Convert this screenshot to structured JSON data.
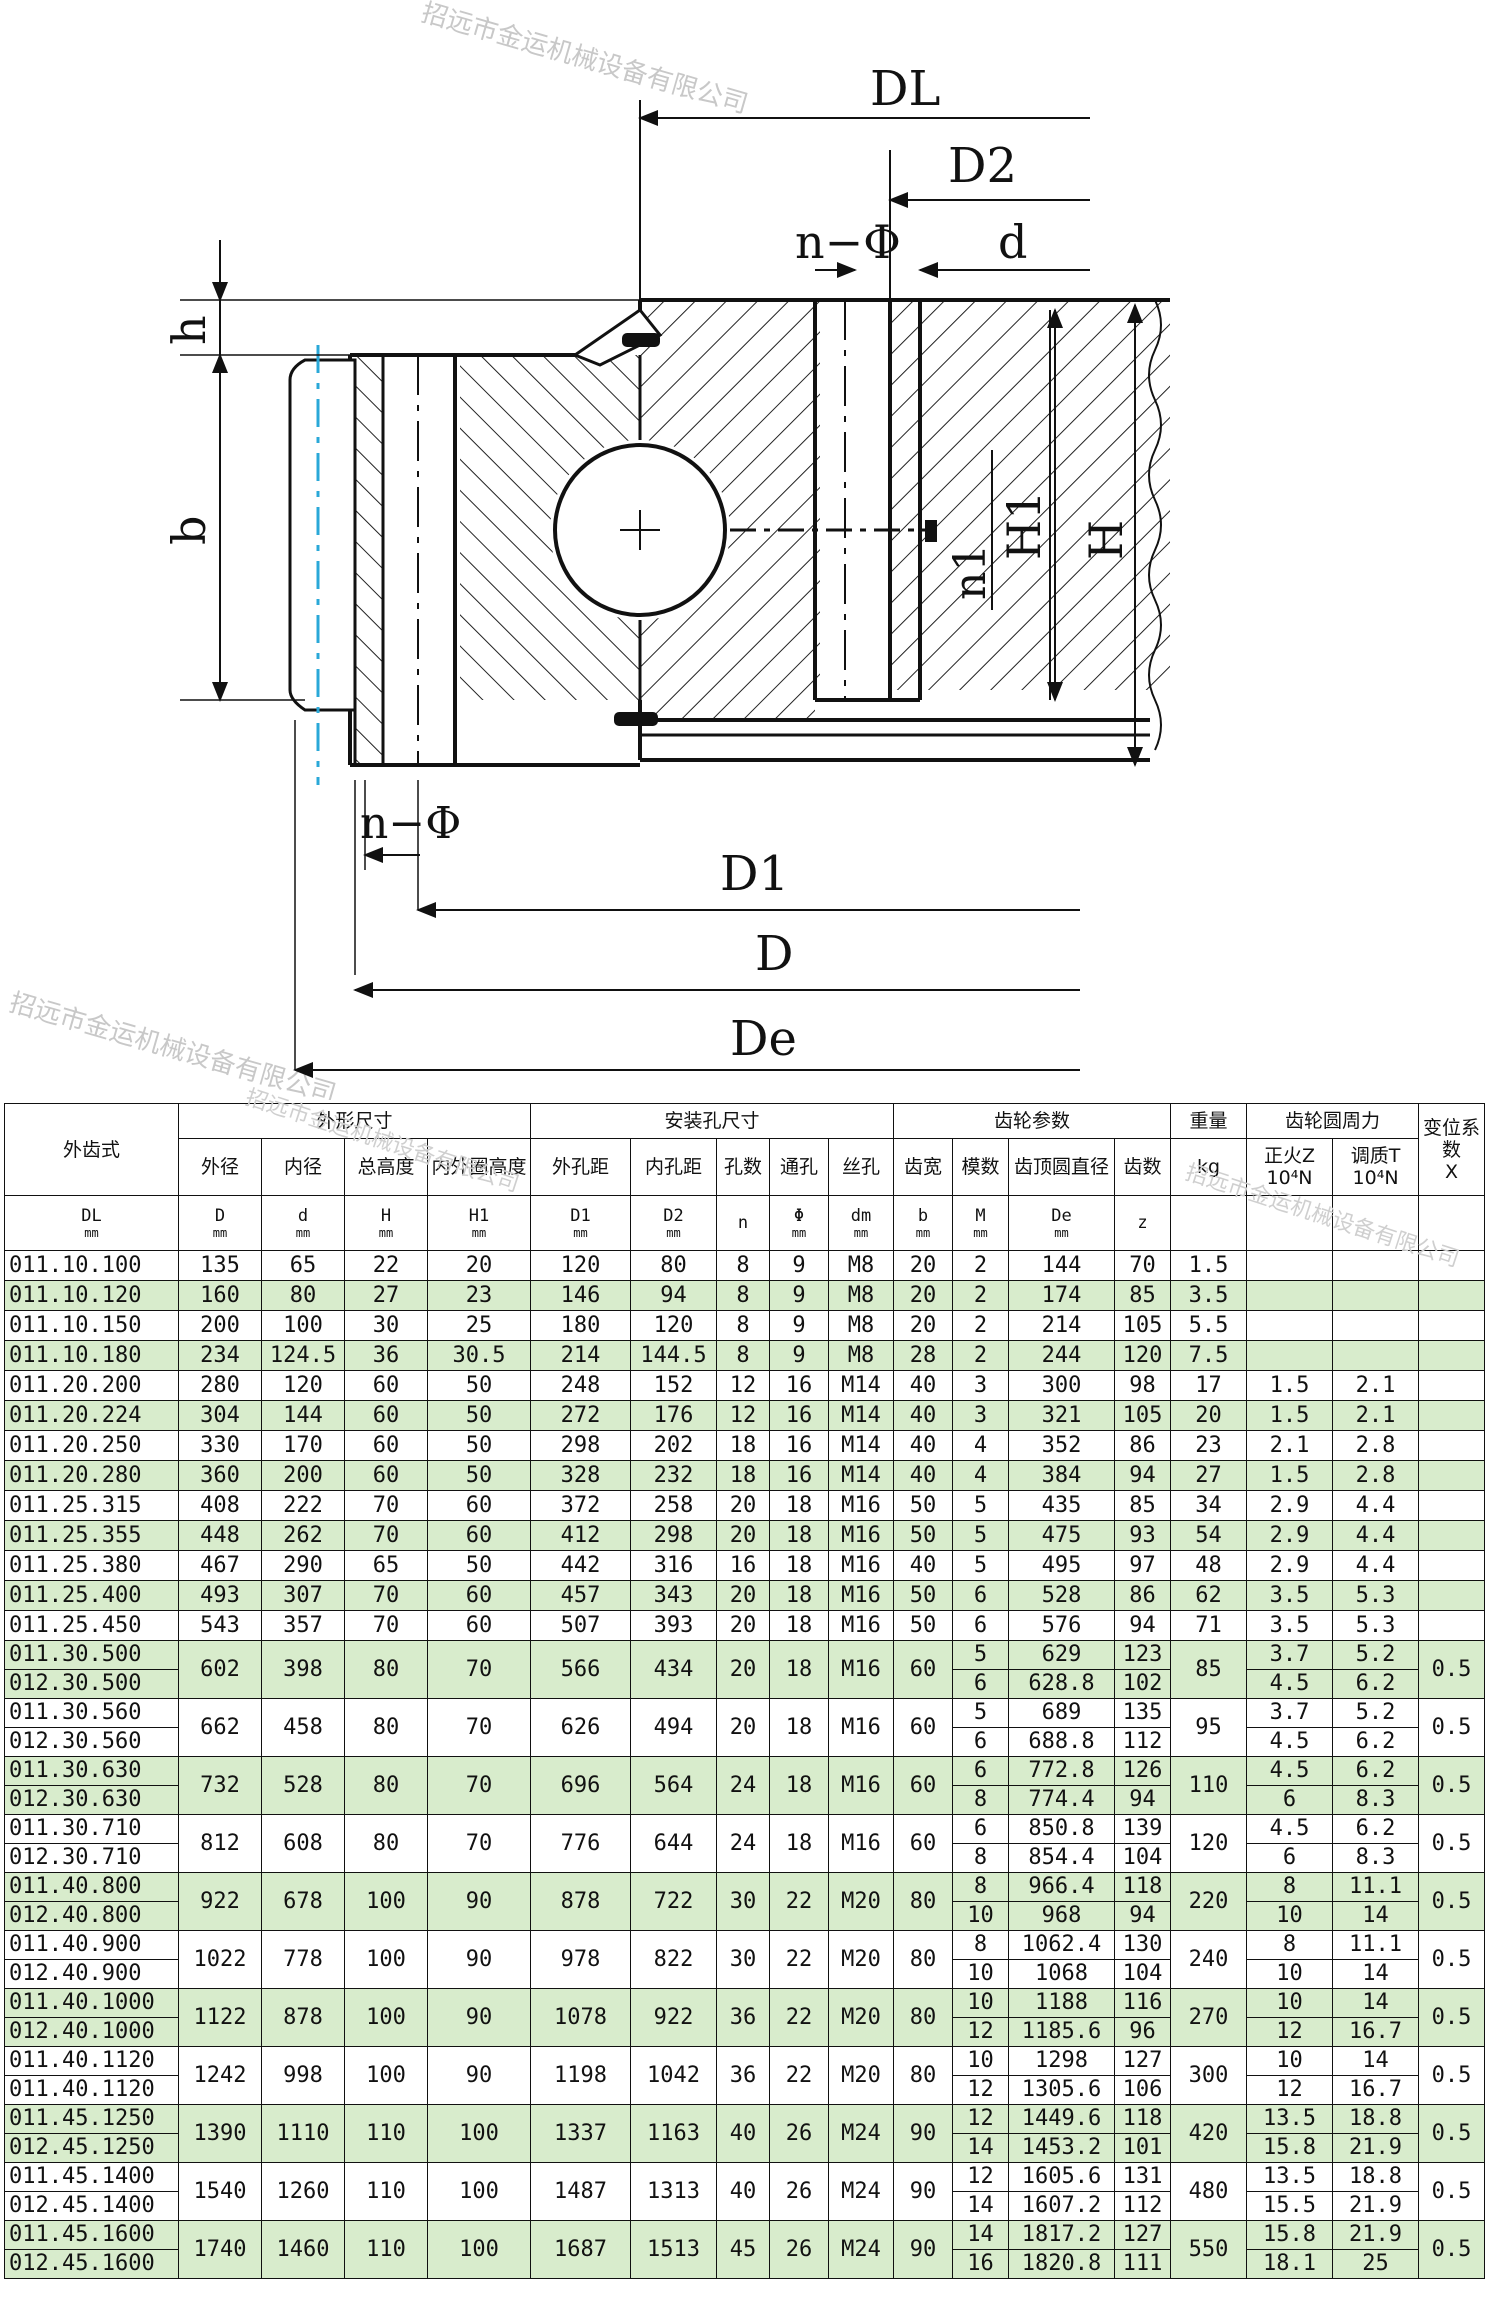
{
  "watermark": "招远市金运机械设备有限公司",
  "drawing": {
    "labels": {
      "DL": "DL",
      "D2": "D2",
      "nPhiTop": "n−Φ",
      "d": "d",
      "h": "h",
      "b": "b",
      "H1": "H1",
      "H": "H",
      "n1": "n1",
      "nPhiBottom": "n−Φ",
      "D1": "D1",
      "D": "D",
      "De": "De"
    }
  },
  "table": {
    "header": {
      "type_label": "外齿式",
      "groups": [
        "外形尺寸",
        "安装孔尺寸",
        "齿轮参数",
        "重量",
        "齿轮圆周力",
        "变位系数"
      ],
      "names": [
        "外径",
        "内径",
        "总高度",
        "内外圈高度",
        "外孔距",
        "内孔距",
        "孔数",
        "通孔",
        "丝孔",
        "齿宽",
        "模数",
        "齿顶圆直径",
        "齿数",
        "kg",
        "正火Z",
        "调质T"
      ],
      "force_unit": "10⁴N",
      "x_label": "X",
      "symbols": [
        "DL",
        "D",
        "d",
        "H",
        "H1",
        "D1",
        "D2",
        "n",
        "Φ",
        "dm",
        "b",
        "M",
        "De",
        "z"
      ],
      "unit": "mm"
    },
    "rows": [
      {
        "models": [
          "011.10.100"
        ],
        "D": "135",
        "d": "65",
        "H": "22",
        "H1": "20",
        "D1": "120",
        "D2": "80",
        "n": "8",
        "phi": "9",
        "dm": "M8",
        "b": "20",
        "gears": [
          {
            "M": "2",
            "De": "144",
            "z": "70"
          }
        ],
        "kg": "1.5",
        "forces": [
          {
            "Z": "",
            "T": ""
          }
        ],
        "x": "",
        "green": false
      },
      {
        "models": [
          "011.10.120"
        ],
        "D": "160",
        "d": "80",
        "H": "27",
        "H1": "23",
        "D1": "146",
        "D2": "94",
        "n": "8",
        "phi": "9",
        "dm": "M8",
        "b": "20",
        "gears": [
          {
            "M": "2",
            "De": "174",
            "z": "85"
          }
        ],
        "kg": "3.5",
        "forces": [
          {
            "Z": "",
            "T": ""
          }
        ],
        "x": "",
        "green": true
      },
      {
        "models": [
          "011.10.150"
        ],
        "D": "200",
        "d": "100",
        "H": "30",
        "H1": "25",
        "D1": "180",
        "D2": "120",
        "n": "8",
        "phi": "9",
        "dm": "M8",
        "b": "20",
        "gears": [
          {
            "M": "2",
            "De": "214",
            "z": "105"
          }
        ],
        "kg": "5.5",
        "forces": [
          {
            "Z": "",
            "T": ""
          }
        ],
        "x": "",
        "green": false
      },
      {
        "models": [
          "011.10.180"
        ],
        "D": "234",
        "d": "124.5",
        "H": "36",
        "H1": "30.5",
        "D1": "214",
        "D2": "144.5",
        "n": "8",
        "phi": "9",
        "dm": "M8",
        "b": "28",
        "gears": [
          {
            "M": "2",
            "De": "244",
            "z": "120"
          }
        ],
        "kg": "7.5",
        "forces": [
          {
            "Z": "",
            "T": ""
          }
        ],
        "x": "",
        "green": true
      },
      {
        "models": [
          "011.20.200"
        ],
        "D": "280",
        "d": "120",
        "H": "60",
        "H1": "50",
        "D1": "248",
        "D2": "152",
        "n": "12",
        "phi": "16",
        "dm": "M14",
        "b": "40",
        "gears": [
          {
            "M": "3",
            "De": "300",
            "z": "98"
          }
        ],
        "kg": "17",
        "forces": [
          {
            "Z": "1.5",
            "T": "2.1"
          }
        ],
        "x": "",
        "green": false
      },
      {
        "models": [
          "011.20.224"
        ],
        "D": "304",
        "d": "144",
        "H": "60",
        "H1": "50",
        "D1": "272",
        "D2": "176",
        "n": "12",
        "phi": "16",
        "dm": "M14",
        "b": "40",
        "gears": [
          {
            "M": "3",
            "De": "321",
            "z": "105"
          }
        ],
        "kg": "20",
        "forces": [
          {
            "Z": "1.5",
            "T": "2.1"
          }
        ],
        "x": "",
        "green": true
      },
      {
        "models": [
          "011.20.250"
        ],
        "D": "330",
        "d": "170",
        "H": "60",
        "H1": "50",
        "D1": "298",
        "D2": "202",
        "n": "18",
        "phi": "16",
        "dm": "M14",
        "b": "40",
        "gears": [
          {
            "M": "4",
            "De": "352",
            "z": "86"
          }
        ],
        "kg": "23",
        "forces": [
          {
            "Z": "2.1",
            "T": "2.8"
          }
        ],
        "x": "",
        "green": false
      },
      {
        "models": [
          "011.20.280"
        ],
        "D": "360",
        "d": "200",
        "H": "60",
        "H1": "50",
        "D1": "328",
        "D2": "232",
        "n": "18",
        "phi": "16",
        "dm": "M14",
        "b": "40",
        "gears": [
          {
            "M": "4",
            "De": "384",
            "z": "94"
          }
        ],
        "kg": "27",
        "forces": [
          {
            "Z": "1.5",
            "T": "2.8"
          }
        ],
        "x": "",
        "green": true
      },
      {
        "models": [
          "011.25.315"
        ],
        "D": "408",
        "d": "222",
        "H": "70",
        "H1": "60",
        "D1": "372",
        "D2": "258",
        "n": "20",
        "phi": "18",
        "dm": "M16",
        "b": "50",
        "gears": [
          {
            "M": "5",
            "De": "435",
            "z": "85"
          }
        ],
        "kg": "34",
        "forces": [
          {
            "Z": "2.9",
            "T": "4.4"
          }
        ],
        "x": "",
        "green": false
      },
      {
        "models": [
          "011.25.355"
        ],
        "D": "448",
        "d": "262",
        "H": "70",
        "H1": "60",
        "D1": "412",
        "D2": "298",
        "n": "20",
        "phi": "18",
        "dm": "M16",
        "b": "50",
        "gears": [
          {
            "M": "5",
            "De": "475",
            "z": "93"
          }
        ],
        "kg": "54",
        "forces": [
          {
            "Z": "2.9",
            "T": "4.4"
          }
        ],
        "x": "",
        "green": true
      },
      {
        "models": [
          "011.25.380"
        ],
        "D": "467",
        "d": "290",
        "H": "65",
        "H1": "50",
        "D1": "442",
        "D2": "316",
        "n": "16",
        "phi": "18",
        "dm": "M16",
        "b": "40",
        "gears": [
          {
            "M": "5",
            "De": "495",
            "z": "97"
          }
        ],
        "kg": "48",
        "forces": [
          {
            "Z": "2.9",
            "T": "4.4"
          }
        ],
        "x": "",
        "green": false
      },
      {
        "models": [
          "011.25.400"
        ],
        "D": "493",
        "d": "307",
        "H": "70",
        "H1": "60",
        "D1": "457",
        "D2": "343",
        "n": "20",
        "phi": "18",
        "dm": "M16",
        "b": "50",
        "gears": [
          {
            "M": "6",
            "De": "528",
            "z": "86"
          }
        ],
        "kg": "62",
        "forces": [
          {
            "Z": "3.5",
            "T": "5.3"
          }
        ],
        "x": "",
        "green": true
      },
      {
        "models": [
          "011.25.450"
        ],
        "D": "543",
        "d": "357",
        "H": "70",
        "H1": "60",
        "D1": "507",
        "D2": "393",
        "n": "20",
        "phi": "18",
        "dm": "M16",
        "b": "50",
        "gears": [
          {
            "M": "6",
            "De": "576",
            "z": "94"
          }
        ],
        "kg": "71",
        "forces": [
          {
            "Z": "3.5",
            "T": "5.3"
          }
        ],
        "x": "",
        "green": false
      },
      {
        "models": [
          "011.30.500",
          "012.30.500"
        ],
        "D": "602",
        "d": "398",
        "H": "80",
        "H1": "70",
        "D1": "566",
        "D2": "434",
        "n": "20",
        "phi": "18",
        "dm": "M16",
        "b": "60",
        "gears": [
          {
            "M": "5",
            "De": "629",
            "z": "123"
          },
          {
            "M": "6",
            "De": "628.8",
            "z": "102"
          }
        ],
        "kg": "85",
        "forces": [
          {
            "Z": "3.7",
            "T": "5.2"
          },
          {
            "Z": "4.5",
            "T": "6.2"
          }
        ],
        "x": "0.5",
        "green": true
      },
      {
        "models": [
          "011.30.560",
          "012.30.560"
        ],
        "D": "662",
        "d": "458",
        "H": "80",
        "H1": "70",
        "D1": "626",
        "D2": "494",
        "n": "20",
        "phi": "18",
        "dm": "M16",
        "b": "60",
        "gears": [
          {
            "M": "5",
            "De": "689",
            "z": "135"
          },
          {
            "M": "6",
            "De": "688.8",
            "z": "112"
          }
        ],
        "kg": "95",
        "forces": [
          {
            "Z": "3.7",
            "T": "5.2"
          },
          {
            "Z": "4.5",
            "T": "6.2"
          }
        ],
        "x": "0.5",
        "green": false
      },
      {
        "models": [
          "011.30.630",
          "012.30.630"
        ],
        "D": "732",
        "d": "528",
        "H": "80",
        "H1": "70",
        "D1": "696",
        "D2": "564",
        "n": "24",
        "phi": "18",
        "dm": "M16",
        "b": "60",
        "gears": [
          {
            "M": "6",
            "De": "772.8",
            "z": "126"
          },
          {
            "M": "8",
            "De": "774.4",
            "z": "94"
          }
        ],
        "kg": "110",
        "forces": [
          {
            "Z": "4.5",
            "T": "6.2"
          },
          {
            "Z": "6",
            "T": "8.3"
          }
        ],
        "x": "0.5",
        "green": true
      },
      {
        "models": [
          "011.30.710",
          "012.30.710"
        ],
        "D": "812",
        "d": "608",
        "H": "80",
        "H1": "70",
        "D1": "776",
        "D2": "644",
        "n": "24",
        "phi": "18",
        "dm": "M16",
        "b": "60",
        "gears": [
          {
            "M": "6",
            "De": "850.8",
            "z": "139"
          },
          {
            "M": "8",
            "De": "854.4",
            "z": "104"
          }
        ],
        "kg": "120",
        "forces": [
          {
            "Z": "4.5",
            "T": "6.2"
          },
          {
            "Z": "6",
            "T": "8.3"
          }
        ],
        "x": "0.5",
        "green": false
      },
      {
        "models": [
          "011.40.800",
          "012.40.800"
        ],
        "D": "922",
        "d": "678",
        "H": "100",
        "H1": "90",
        "D1": "878",
        "D2": "722",
        "n": "30",
        "phi": "22",
        "dm": "M20",
        "b": "80",
        "gears": [
          {
            "M": "8",
            "De": "966.4",
            "z": "118"
          },
          {
            "M": "10",
            "De": "968",
            "z": "94"
          }
        ],
        "kg": "220",
        "forces": [
          {
            "Z": "8",
            "T": "11.1"
          },
          {
            "Z": "10",
            "T": "14"
          }
        ],
        "x": "0.5",
        "green": true
      },
      {
        "models": [
          "011.40.900",
          "012.40.900"
        ],
        "D": "1022",
        "d": "778",
        "H": "100",
        "H1": "90",
        "D1": "978",
        "D2": "822",
        "n": "30",
        "phi": "22",
        "dm": "M20",
        "b": "80",
        "gears": [
          {
            "M": "8",
            "De": "1062.4",
            "z": "130"
          },
          {
            "M": "10",
            "De": "1068",
            "z": "104"
          }
        ],
        "kg": "240",
        "forces": [
          {
            "Z": "8",
            "T": "11.1"
          },
          {
            "Z": "10",
            "T": "14"
          }
        ],
        "x": "0.5",
        "green": false
      },
      {
        "models": [
          "011.40.1000",
          "012.40.1000"
        ],
        "D": "1122",
        "d": "878",
        "H": "100",
        "H1": "90",
        "D1": "1078",
        "D2": "922",
        "n": "36",
        "phi": "22",
        "dm": "M20",
        "b": "80",
        "gears": [
          {
            "M": "10",
            "De": "1188",
            "z": "116"
          },
          {
            "M": "12",
            "De": "1185.6",
            "z": "96"
          }
        ],
        "kg": "270",
        "forces": [
          {
            "Z": "10",
            "T": "14"
          },
          {
            "Z": "12",
            "T": "16.7"
          }
        ],
        "x": "0.5",
        "green": true
      },
      {
        "models": [
          "011.40.1120",
          "011.40.1120"
        ],
        "D": "1242",
        "d": "998",
        "H": "100",
        "H1": "90",
        "D1": "1198",
        "D2": "1042",
        "n": "36",
        "phi": "22",
        "dm": "M20",
        "b": "80",
        "gears": [
          {
            "M": "10",
            "De": "1298",
            "z": "127"
          },
          {
            "M": "12",
            "De": "1305.6",
            "z": "106"
          }
        ],
        "kg": "300",
        "forces": [
          {
            "Z": "10",
            "T": "14"
          },
          {
            "Z": "12",
            "T": "16.7"
          }
        ],
        "x": "0.5",
        "green": false
      },
      {
        "models": [
          "011.45.1250",
          "012.45.1250"
        ],
        "D": "1390",
        "d": "1110",
        "H": "110",
        "H1": "100",
        "D1": "1337",
        "D2": "1163",
        "n": "40",
        "phi": "26",
        "dm": "M24",
        "b": "90",
        "gears": [
          {
            "M": "12",
            "De": "1449.6",
            "z": "118"
          },
          {
            "M": "14",
            "De": "1453.2",
            "z": "101"
          }
        ],
        "kg": "420",
        "forces": [
          {
            "Z": "13.5",
            "T": "18.8"
          },
          {
            "Z": "15.8",
            "T": "21.9"
          }
        ],
        "x": "0.5",
        "green": true
      },
      {
        "models": [
          "011.45.1400",
          "012.45.1400"
        ],
        "D": "1540",
        "d": "1260",
        "H": "110",
        "H1": "100",
        "D1": "1487",
        "D2": "1313",
        "n": "40",
        "phi": "26",
        "dm": "M24",
        "b": "90",
        "gears": [
          {
            "M": "12",
            "De": "1605.6",
            "z": "131"
          },
          {
            "M": "14",
            "De": "1607.2",
            "z": "112"
          }
        ],
        "kg": "480",
        "forces": [
          {
            "Z": "13.5",
            "T": "18.8"
          },
          {
            "Z": "15.5",
            "T": "21.9"
          }
        ],
        "x": "0.5",
        "green": false
      },
      {
        "models": [
          "011.45.1600",
          "012.45.1600"
        ],
        "D": "1740",
        "d": "1460",
        "H": "110",
        "H1": "100",
        "D1": "1687",
        "D2": "1513",
        "n": "45",
        "phi": "26",
        "dm": "M24",
        "b": "90",
        "gears": [
          {
            "M": "14",
            "De": "1817.2",
            "z": "127"
          },
          {
            "M": "16",
            "De": "1820.8",
            "z": "111"
          }
        ],
        "kg": "550",
        "forces": [
          {
            "Z": "15.8",
            "T": "21.9"
          },
          {
            "Z": "18.1",
            "T": "25"
          }
        ],
        "x": "0.5",
        "green": true
      }
    ]
  }
}
